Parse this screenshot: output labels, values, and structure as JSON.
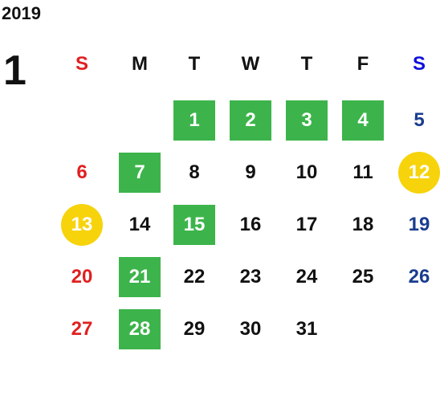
{
  "year": "2019",
  "month": "1",
  "weekdays": [
    "S",
    "M",
    "T",
    "W",
    "T",
    "F",
    "S"
  ],
  "weeks": [
    [
      "",
      "",
      "1",
      "2",
      "3",
      "4",
      "5"
    ],
    [
      "6",
      "7",
      "8",
      "9",
      "10",
      "11",
      "12"
    ],
    [
      "13",
      "14",
      "15",
      "16",
      "17",
      "18",
      "19"
    ],
    [
      "20",
      "21",
      "22",
      "23",
      "24",
      "25",
      "26"
    ],
    [
      "27",
      "28",
      "29",
      "30",
      "31",
      "",
      ""
    ]
  ],
  "highlighted_green": [
    "1",
    "2",
    "3",
    "4",
    "7",
    "15",
    "21",
    "28"
  ],
  "highlighted_gold": [
    "12",
    "13"
  ],
  "colors": {
    "sunday": "#e02020",
    "saturday": "#1a3d8f",
    "saturday_header": "#1010dd",
    "green_mark": "#3cb44b",
    "gold_mark": "#f7d30c",
    "text": "#111111"
  }
}
